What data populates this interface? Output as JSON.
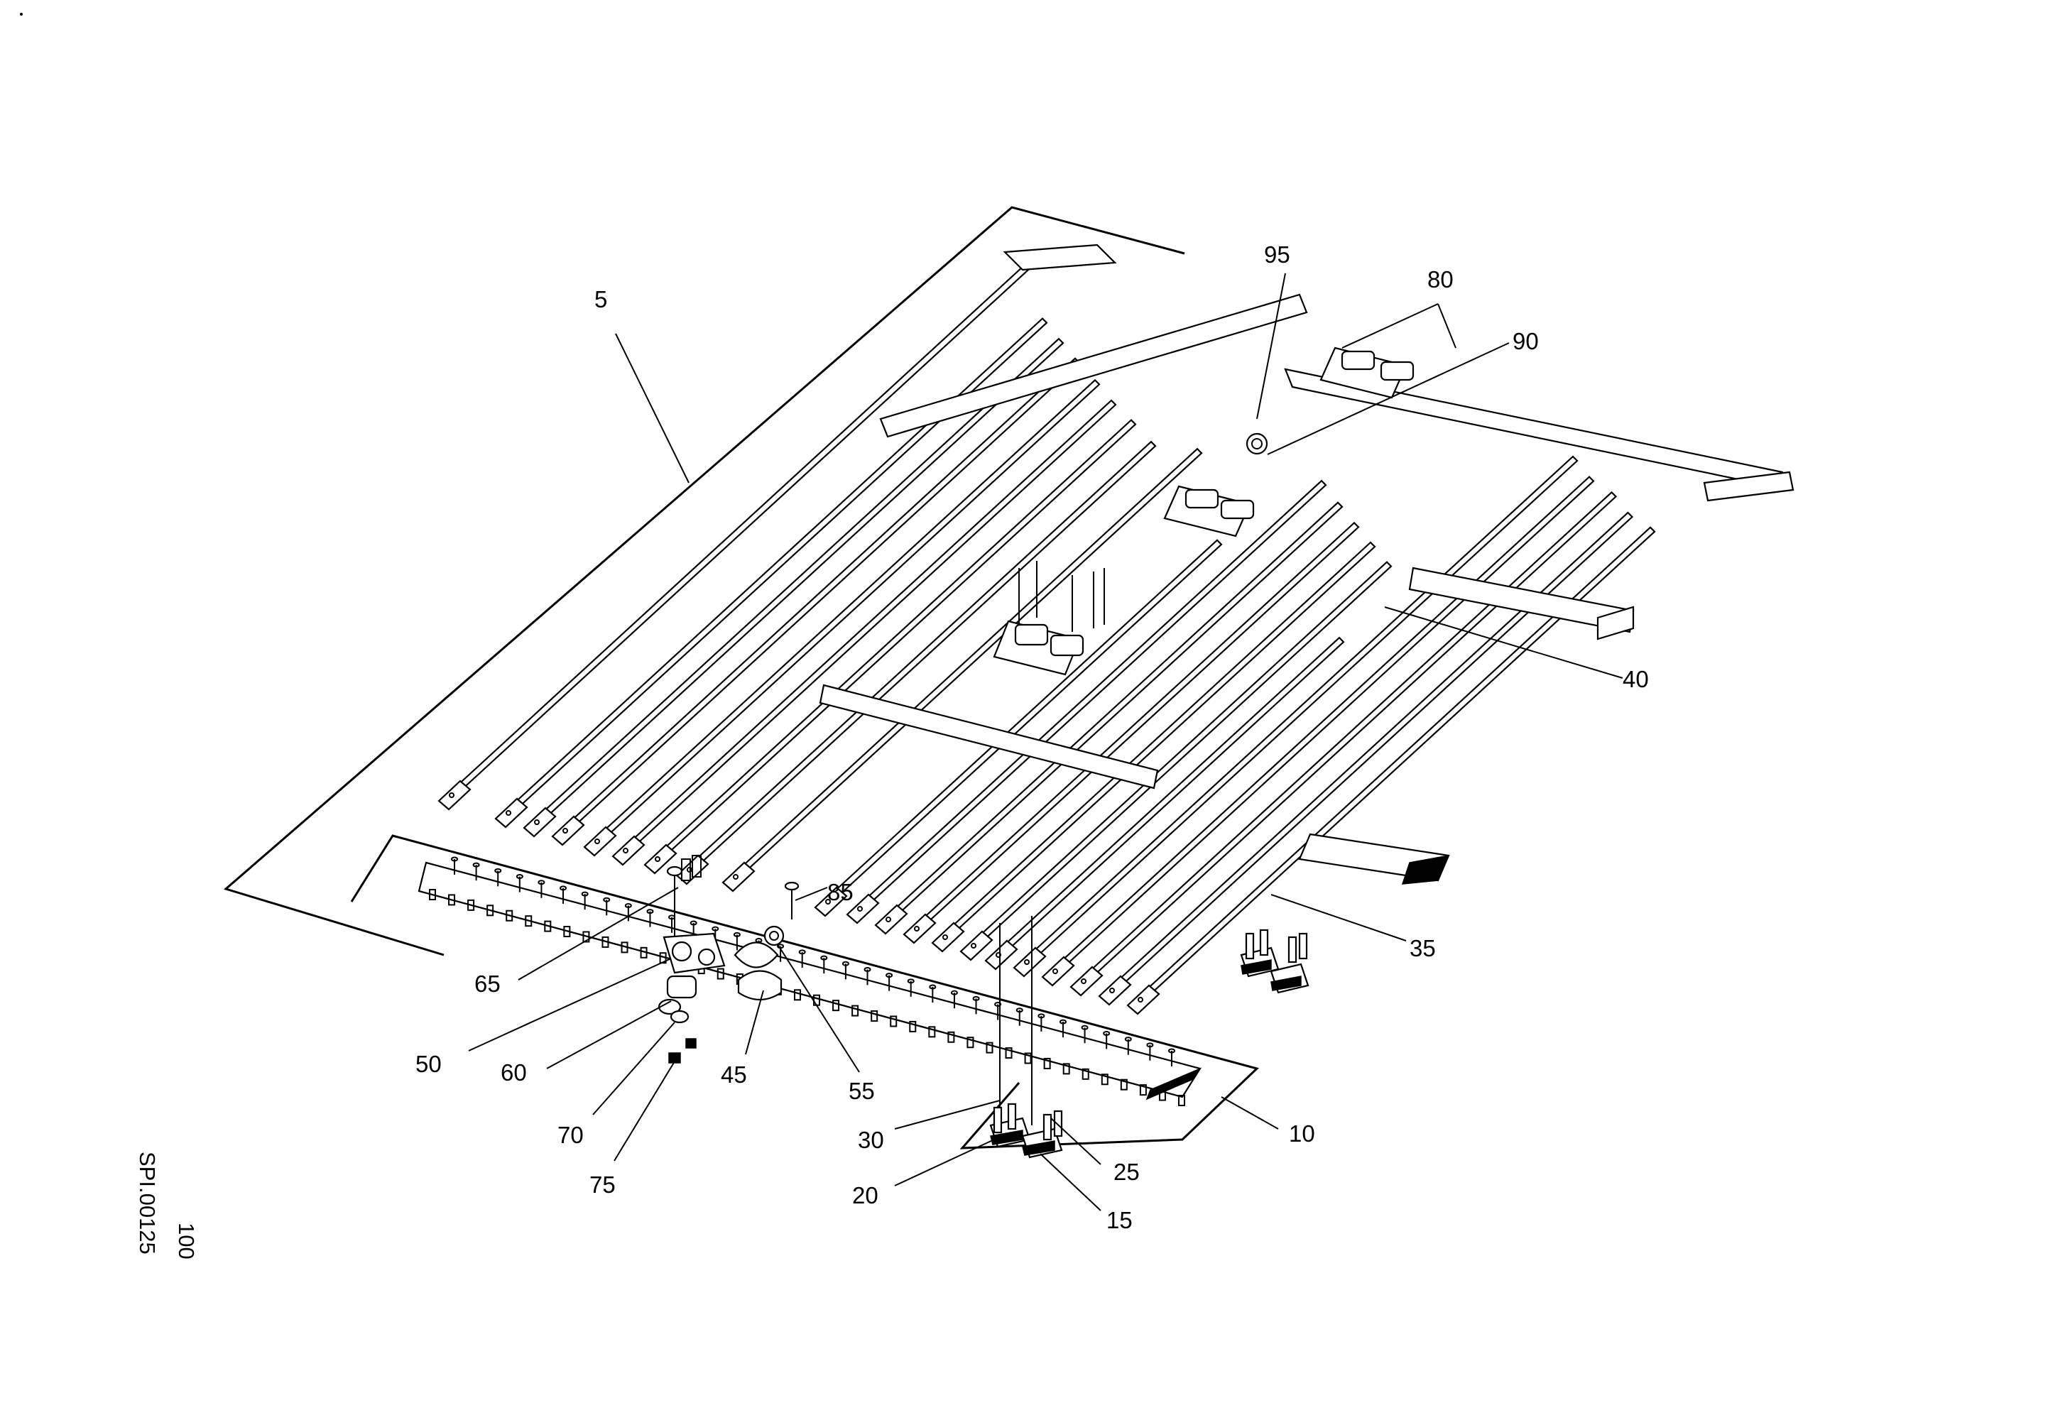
{
  "figure": {
    "reference_number": "100",
    "drawing_id": "SPI.00125"
  },
  "callouts": [
    {
      "id": "c5",
      "label": "5"
    },
    {
      "id": "c95",
      "label": "95"
    },
    {
      "id": "c80",
      "label": "80"
    },
    {
      "id": "c90",
      "label": "90"
    },
    {
      "id": "c40",
      "label": "40"
    },
    {
      "id": "c35",
      "label": "35"
    },
    {
      "id": "c85",
      "label": "85"
    },
    {
      "id": "c65",
      "label": "65"
    },
    {
      "id": "c50",
      "label": "50"
    },
    {
      "id": "c60",
      "label": "60"
    },
    {
      "id": "c70",
      "label": "70"
    },
    {
      "id": "c75",
      "label": "75"
    },
    {
      "id": "c45",
      "label": "45"
    },
    {
      "id": "c55",
      "label": "55"
    },
    {
      "id": "c30",
      "label": "30"
    },
    {
      "id": "c20",
      "label": "20"
    },
    {
      "id": "c25",
      "label": "25"
    },
    {
      "id": "c15",
      "label": "15"
    },
    {
      "id": "c10",
      "label": "10"
    }
  ]
}
